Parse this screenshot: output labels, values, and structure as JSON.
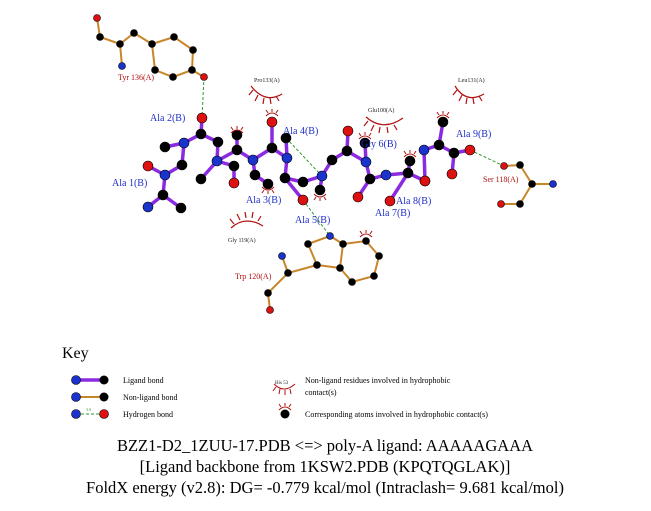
{
  "residue_labels": {
    "ala1": "Ala 1(B)",
    "ala2": "Ala 2(B)",
    "ala3": "Ala 3(B)",
    "ala4": "Ala 4(B)",
    "ala5": "Ala 5(B)",
    "gly6": "Gly 6(B)",
    "ala7": "Ala 7(B)",
    "ala8": "Ala 8(B)",
    "ala9": "Ala 9(B)",
    "tyr136": "Tyr 136(A)",
    "ser118": "Ser 118(A)",
    "trp120": "Trp 120(A)",
    "pro133": "Pro133(A)",
    "leu131": "Leu131(A)",
    "glu100": "Glu100(A)",
    "gly119": "Gly 119(A)"
  },
  "key": {
    "title": "Key",
    "ligand_bond": "Ligand bond",
    "nonligand_bond": "Non-ligand bond",
    "hydrogen_bond": "Hydrogen bond",
    "hbond_length_symbol": "3.0",
    "his_example": "His 53",
    "hydrophobic_residues_line1": "Non-ligand residues involved in hydrophobic",
    "hydrophobic_residues_line2": "contact(s)",
    "hydrophobic_atoms": "Corresponding atoms involved in hydrophobic contact(s)"
  },
  "caption": {
    "line1": "BZZ1-D2_1ZUU-17.PDB <=> poly-A ligand: AAAAAGAAA",
    "line2": "[Ligand backbone from 1KSW2.PDB (KPQTQGLAK)]",
    "line3": "FoldX energy (v2.8): DG= -0.779 kcal/mol (Intraclash= 9.681 kcal/mol)"
  },
  "colors": {
    "ligand_bond": "#8a2be2",
    "nonligand_bond": "#c8862a",
    "hbond": "#2a9a2a",
    "carbon": "#000000",
    "oxygen": "#dd1111",
    "nitrogen": "#1a33cc",
    "hydrophobic_arc": "#b01010"
  }
}
